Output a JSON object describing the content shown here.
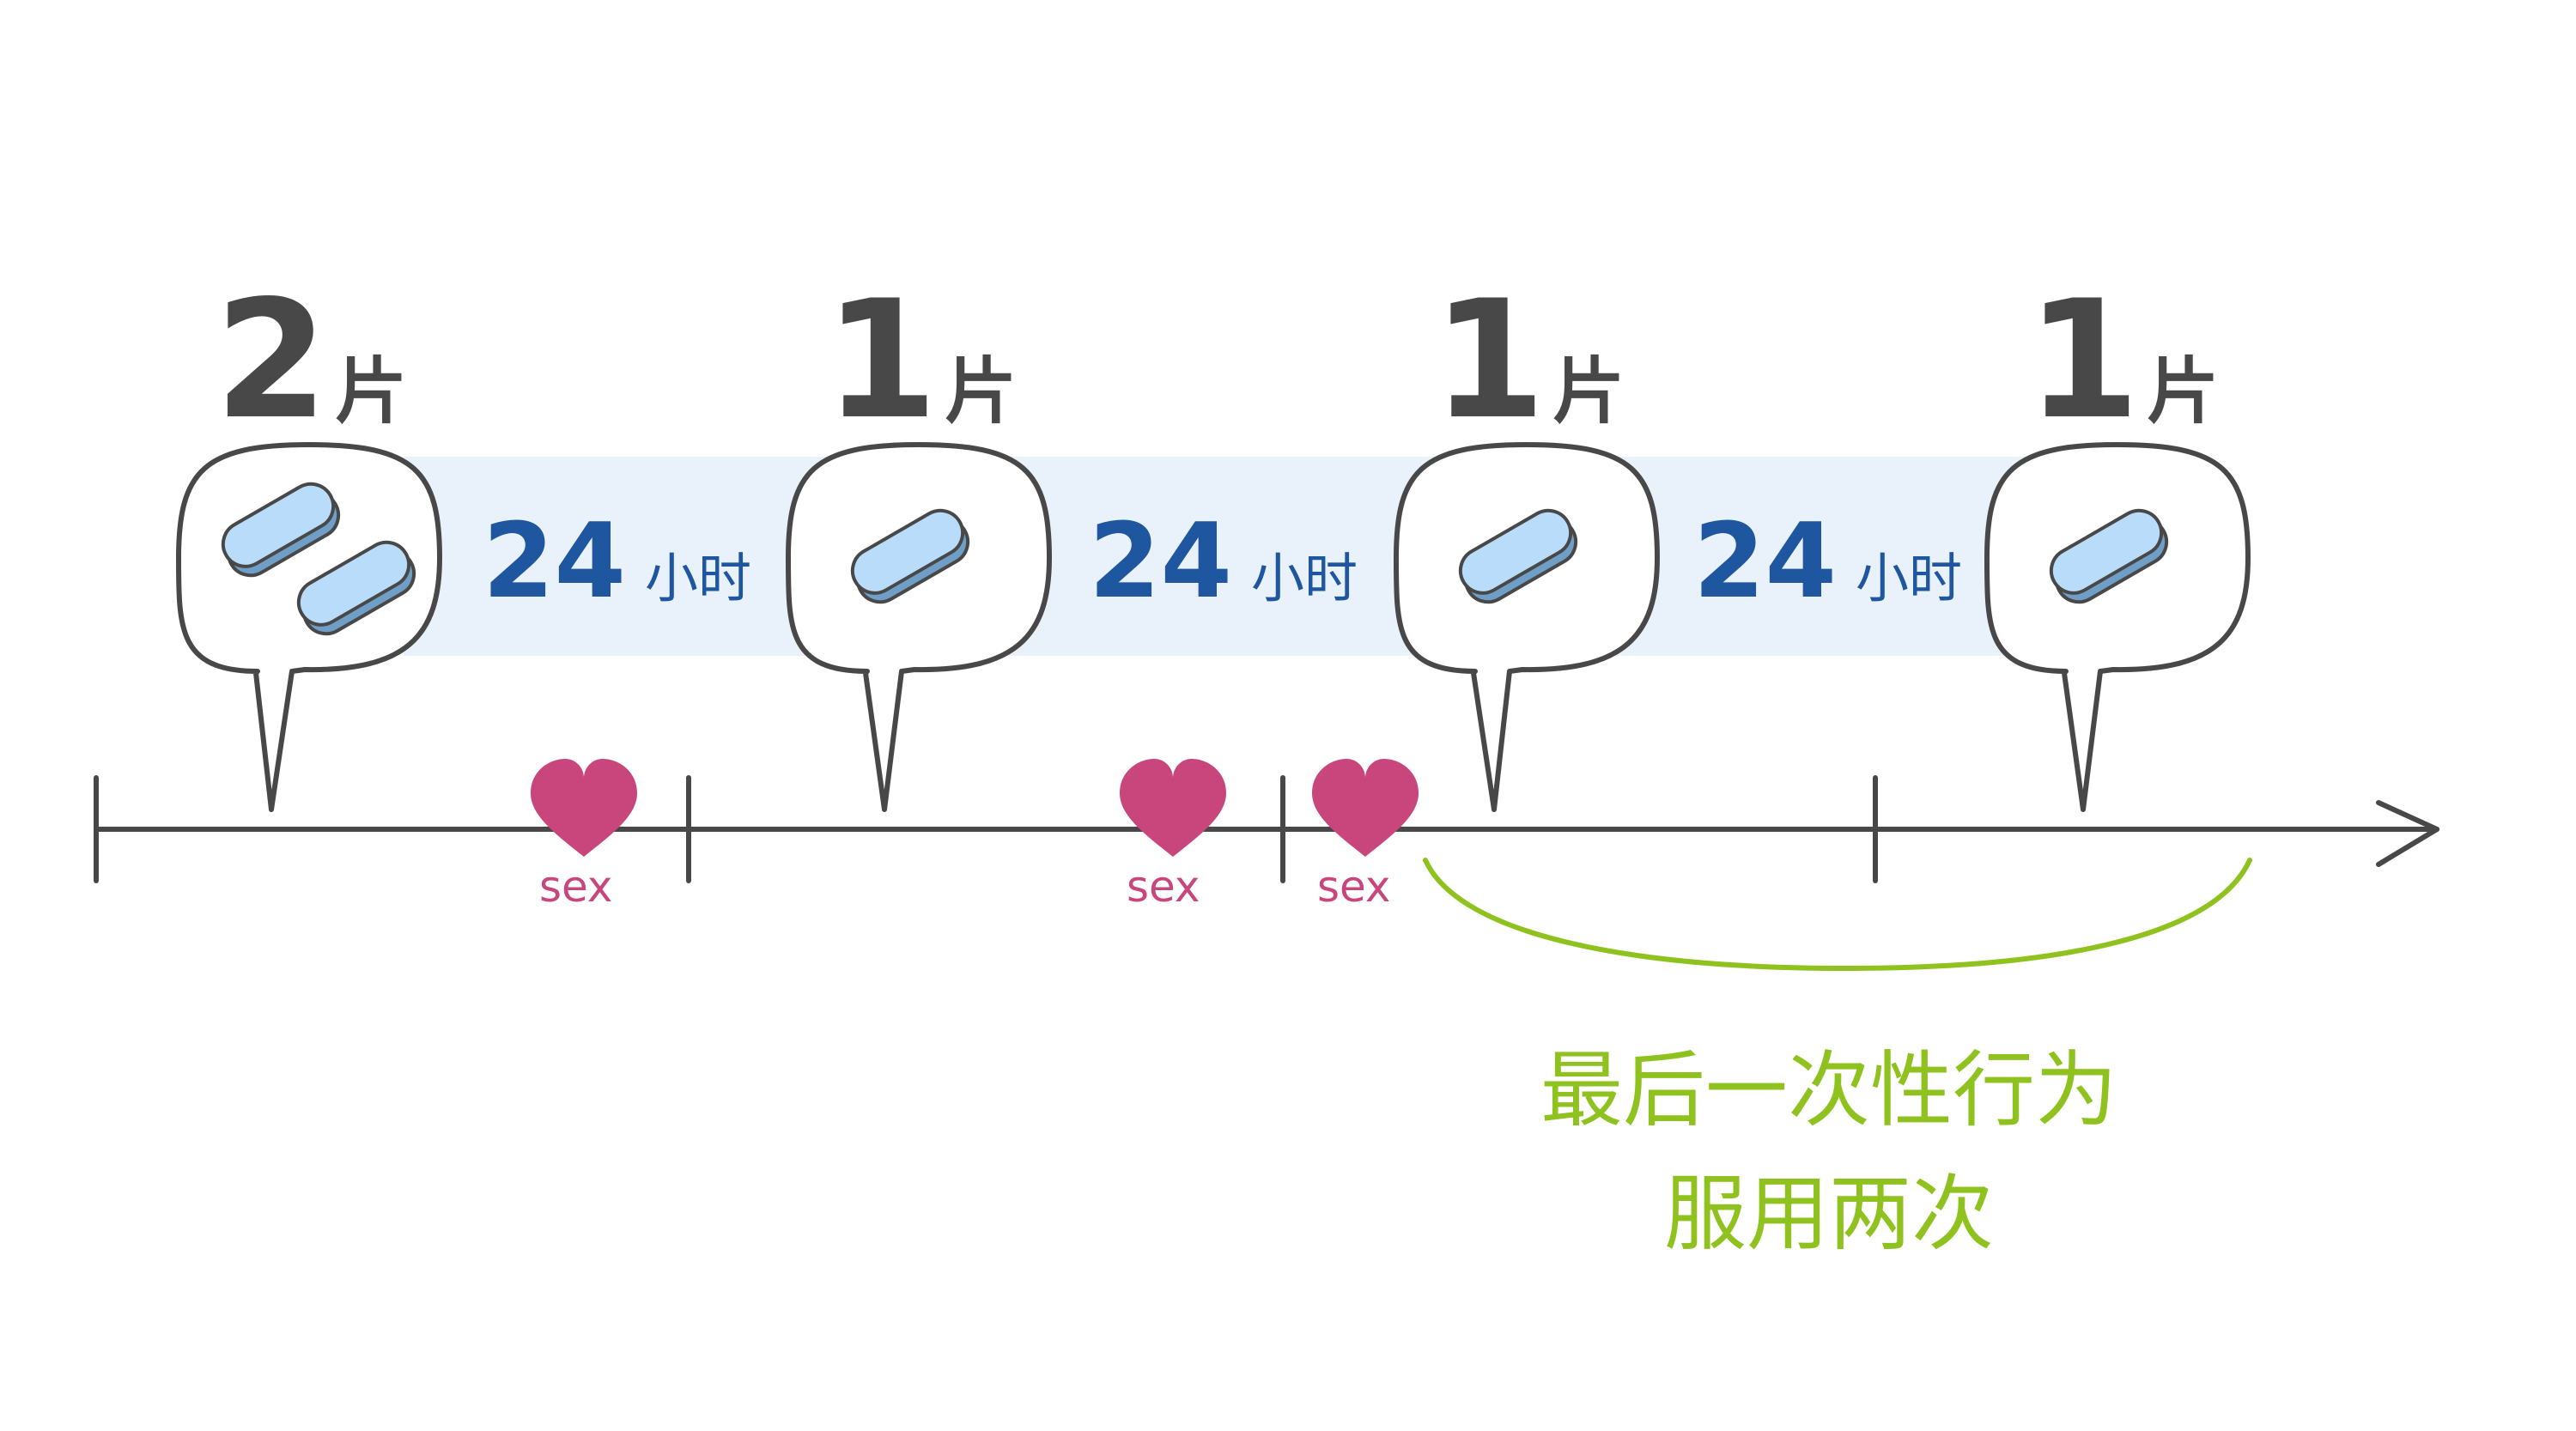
{
  "doses": [
    {
      "count": "2",
      "unit": "片",
      "pills": 2
    },
    {
      "count": "1",
      "unit": "片",
      "pills": 1
    },
    {
      "count": "1",
      "unit": "片",
      "pills": 1
    },
    {
      "count": "1",
      "unit": "片",
      "pills": 1
    }
  ],
  "intervals": [
    {
      "value": "24",
      "unit": "小时"
    },
    {
      "value": "24",
      "unit": "小时"
    },
    {
      "value": "24",
      "unit": "小时"
    }
  ],
  "sex_events": [
    {
      "label": "sex"
    },
    {
      "label": "sex"
    },
    {
      "label": "sex"
    }
  ],
  "note": {
    "line1": "最后一次性行为",
    "line2": "服用两次"
  },
  "colors": {
    "line": "#484848",
    "band": "#e9f1fa",
    "pill_top": "#b8dcfa",
    "pill_side": "#6f9fc7",
    "heart": "#c8467c",
    "interval_text": "#1e56a0",
    "note": "#8fc21f"
  }
}
